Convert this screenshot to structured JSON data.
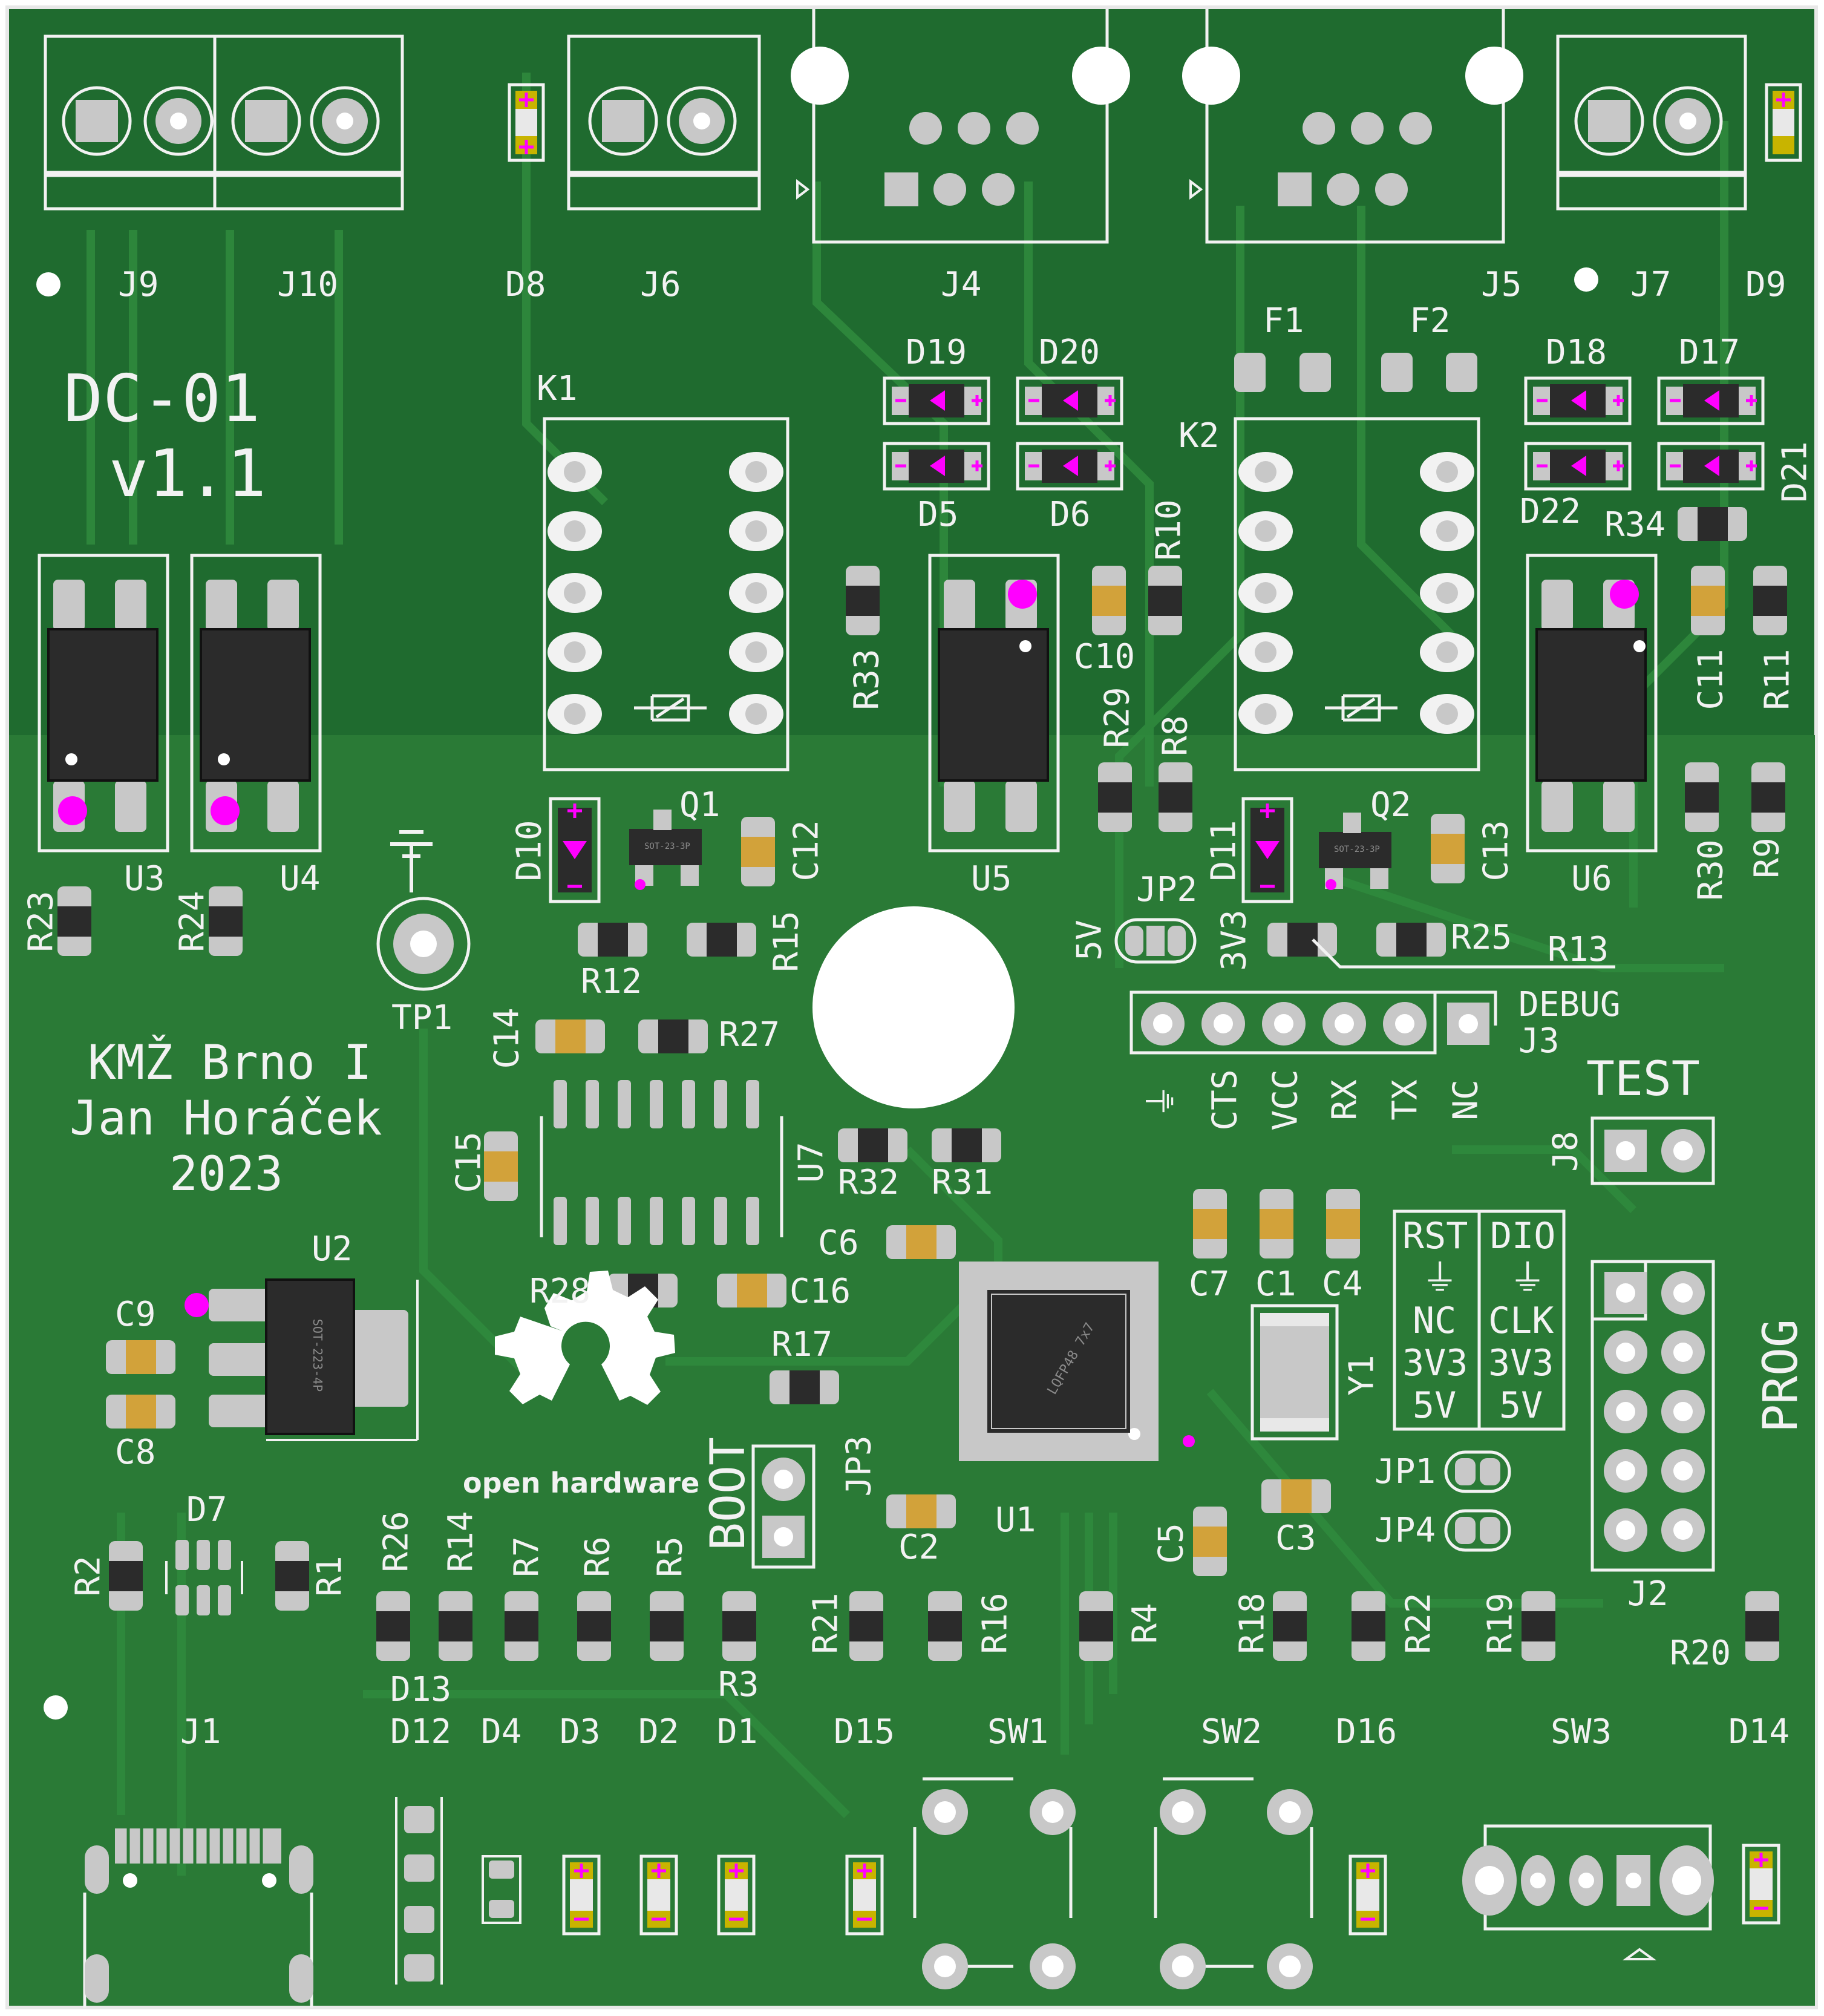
{
  "board": {
    "colors": {
      "pcb": "#1f6b2f",
      "pcb_lower": "#2a7a36",
      "trace": "#2f8a3d",
      "silk": "#f2f2f2",
      "pad": "#c8c8c8",
      "ic": "#2b2b2b",
      "mark": "#ff00ff",
      "cap": "#d2a23a"
    },
    "title": "DC-01",
    "version": "v1.1",
    "credits": [
      "KMŽ Brno I",
      "Jan Horáček",
      "2023"
    ],
    "oshw_label": "open hardware",
    "labels": {
      "J9": "J9",
      "J10": "J10",
      "D8": "D8",
      "J6": "J6",
      "J4": "J4",
      "J5": "J5",
      "J7": "J7",
      "D9": "D9",
      "F1": "F1",
      "F2": "F2",
      "D19": "D19",
      "D20": "D20",
      "D18": "D18",
      "D17": "D17",
      "D5": "D5",
      "D6": "D6",
      "D22": "D22",
      "D21": "D21",
      "R34": "R34",
      "K1": "K1",
      "K2": "K2",
      "R10": "R10",
      "R33": "R33",
      "C10": "C10",
      "C11": "C11",
      "R11": "R11",
      "R29": "R29",
      "R8": "R8",
      "U3": "U3",
      "U4": "U4",
      "U5": "U5",
      "U6": "U6",
      "D10": "D10",
      "Q1": "Q1",
      "C12": "C12",
      "D11": "D11",
      "Q2": "Q2",
      "C13": "C13",
      "R30": "R30",
      "R9": "R9",
      "R23": "R23",
      "R24": "R24",
      "TP1": "TP1",
      "R12": "R12",
      "R15": "R15",
      "JP2": "JP2",
      "JP2_5V": "5V",
      "JP2_3V3": "3V3",
      "R25": "R25",
      "R13": "R13",
      "DEBUG": "DEBUG",
      "J3": "J3",
      "C14": "C14",
      "R27": "R27",
      "C15": "C15",
      "U7": "U7",
      "R32": "R32",
      "R31": "R31",
      "TEST": "TEST",
      "J8": "J8",
      "C6": "C6",
      "R28": "R28",
      "C16": "C16",
      "C7": "C7",
      "C1": "C1",
      "C4": "C4",
      "U2": "U2",
      "C9": "C9",
      "C8": "C8",
      "R17": "R17",
      "Y1": "Y1",
      "PROG": "PROG",
      "JP1": "JP1",
      "JP4": "JP4",
      "JP3": "JP3",
      "BOOT": "BOOT",
      "C2": "C2",
      "U1": "U1",
      "C5": "C5",
      "C3": "C3",
      "J2": "J2",
      "D7": "D7",
      "R2": "R2",
      "R1": "R1",
      "R26": "R26",
      "R14": "R14",
      "R7": "R7",
      "R6": "R6",
      "R5": "R5",
      "R3": "R3",
      "R21": "R21",
      "R16": "R16",
      "R4": "R4",
      "R18": "R18",
      "R22": "R22",
      "R19": "R19",
      "R20": "R20",
      "D13": "D13",
      "J1": "J1",
      "D12": "D12",
      "D4": "D4",
      "D3": "D3",
      "D2": "D2",
      "D1": "D1",
      "D15": "D15",
      "SW1": "SW1",
      "SW2": "SW2",
      "D16": "D16",
      "SW3": "SW3",
      "D14": "D14"
    },
    "j3_pins": [
      "⏚",
      "CTS",
      "VCC",
      "RX",
      "TX",
      "NC"
    ],
    "jumper_table": {
      "headers": [
        "RST",
        "DIO"
      ],
      "rows": [
        [
          "⏚",
          "⏚"
        ],
        [
          "NC",
          "CLK"
        ],
        [
          "3V3",
          "3V3"
        ],
        [
          "5V",
          "5V"
        ]
      ]
    },
    "chip_markings": {
      "U2": "SOT-223-4P",
      "U1": "LQFP48 7x7",
      "Q1": "SOT-23-3P",
      "Q2": "SOT-23-3P"
    }
  }
}
